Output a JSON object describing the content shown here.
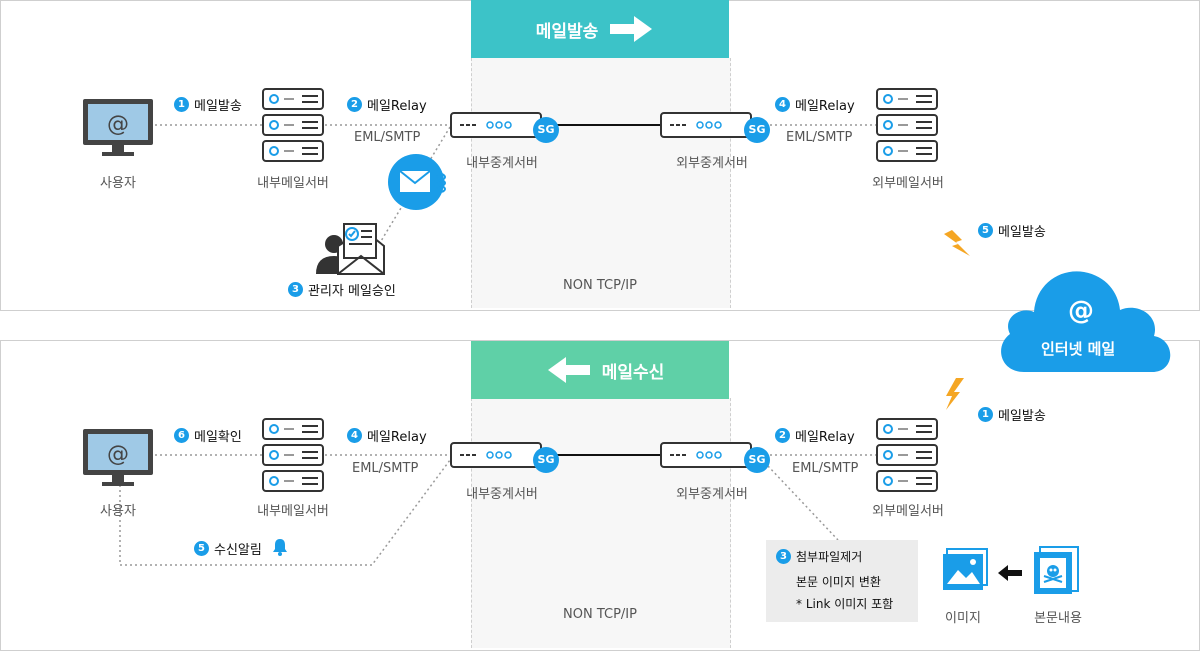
{
  "top": {
    "banner": "메일발송",
    "user_label": "사용자",
    "inner_mail_server": "내부메일서버",
    "inner_relay_server": "내부중계서버",
    "outer_relay_server": "외부중계서버",
    "outer_mail_server": "외부메일서버",
    "protocol_left": "EML/SMTP",
    "protocol_right": "EML/SMTP",
    "zone_label": "NON TCP/IP",
    "steps": [
      {
        "num": "1",
        "text": "메일발송"
      },
      {
        "num": "2",
        "text": "메일Relay"
      },
      {
        "num": "3",
        "text": "관리자 메일승인"
      },
      {
        "num": "4",
        "text": "메일Relay"
      },
      {
        "num": "5",
        "text": "메일발송"
      }
    ]
  },
  "bottom": {
    "banner": "메일수신",
    "user_label": "사용자",
    "inner_mail_server": "내부메일서버",
    "inner_relay_server": "내부중계서버",
    "outer_relay_server": "외부중계서버",
    "outer_mail_server": "외부메일서버",
    "protocol_left": "EML/SMTP",
    "protocol_right": "EML/SMTP",
    "zone_label": "NON TCP/IP",
    "steps": [
      {
        "num": "1",
        "text": "메일발송"
      },
      {
        "num": "2",
        "text": "메일Relay"
      },
      {
        "num": "3",
        "text": "첨부파일제거"
      },
      {
        "num": "4",
        "text": "메일Relay"
      },
      {
        "num": "5",
        "text": "수신알림"
      },
      {
        "num": "6",
        "text": "메일확인"
      }
    ],
    "note_lines": [
      "본문 이미지 변환",
      "* Link 이미지 포함"
    ],
    "image_label": "이미지",
    "body_label": "본문내용"
  },
  "cloud_label": "인터넷 메일",
  "sg_label": "SG",
  "at_symbol": "@",
  "colors": {
    "accent_blue": "#1a9de8",
    "banner_send": "#3cc3c8",
    "banner_receive": "#5fd0a7",
    "bolt": "#f5a623"
  }
}
